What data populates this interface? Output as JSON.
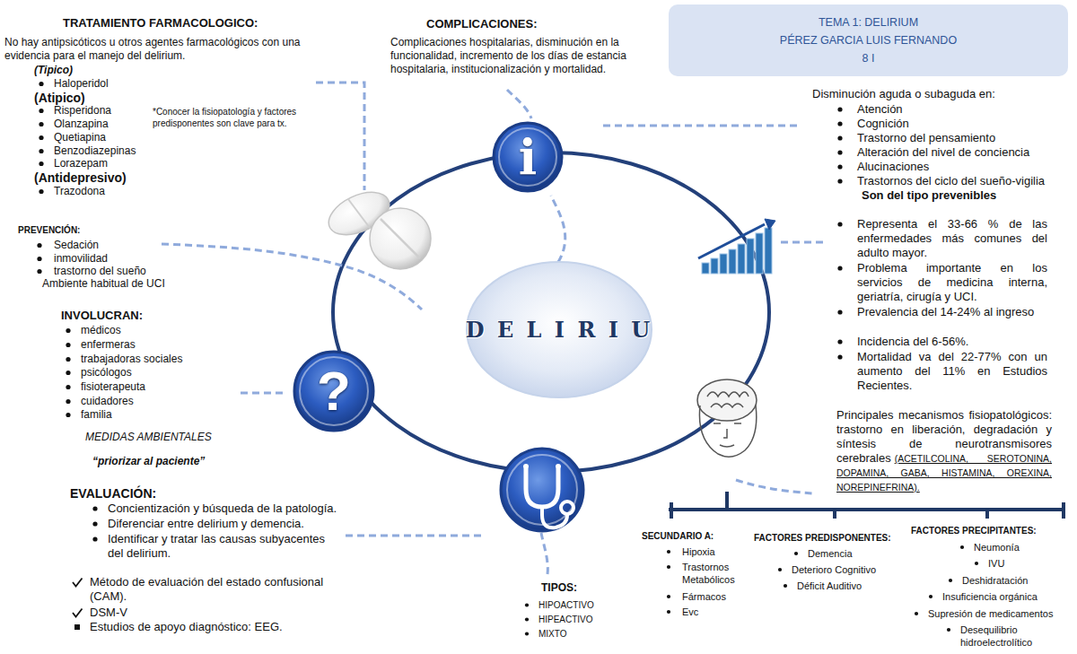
{
  "diagram": {
    "nodes": [
      {
        "text": [
          "TEMA 1: DELIRIUM",
          "PÉREZ GARCIA LUIS FERNANDO",
          "8 I"
        ]
      },
      {
        "text": [
          "i"
        ]
      },
      {
        "text": [
          "D E L I R I U"
        ]
      },
      {
        "text": [
          "?"
        ]
      }
    ],
    "labels": [
      "TRATAMIENTO FARMACOLOGICO:",
      "No hay antipsicóticos u otros agentes farmacológicos con una evidencia para el manejo del delirium.",
      "(Tipico)",
      "Haloperidol",
      "(Atipico)",
      "Risperidona",
      "Olanzapina",
      "Quetiapina",
      "Benzodiazepinas",
      "Lorazepam",
      "(Antidepresivo)",
      "Trazodona",
      "*Conocer la fisiopatología y factores predisponentes son clave para tx.",
      "PREVENCIÓN:",
      "Sedación",
      "inmovilidad",
      "trastorno del sueño",
      "Ambiente habitual de UCI",
      "INVOLUCRAN:",
      "médicos",
      "enfermeras",
      "trabajadoras sociales",
      "psicólogos",
      "fisioterapeuta",
      "cuidadores",
      "familia",
      "MEDIDAS AMBIENTALES",
      "“priorizar al paciente”",
      "EVALUACIÓN:",
      "Concientización y búsqueda de la patología.",
      "Diferenciar entre delirium y demencia.",
      "Identificar y tratar las causas subyacentes del delirium.",
      "Método de evaluación del estado confusional (CAM).",
      "DSM-V",
      "Estudios de apoyo diagnóstico: EEG.",
      "COMPLICACIONES:",
      "Complicaciones hospitalarias, disminución en la funcionalidad, incremento de los días de estancia hospitalaria, institucionalización y mortalidad.",
      "Disminución aguda o subaguda en:",
      "Atención",
      "Cognición",
      "Trastorno del pensamiento",
      "Alteración del nivel de conciencia",
      "Alucinaciones",
      "Trastornos del ciclo del sueño-vigilia",
      "Son del tipo prevenibles",
      "Representa el 33-66 % de las enfermedades más comunes del adulto mayor.",
      "Problema importante en los servicios de medicina interna, geriatría, cirugía y UCI.",
      "Prevalencia del 14-24% al ingreso",
      "Incidencia del 6-56%.",
      "Mortalidad va del 22-77% con un aumento del 11% en Estudios Recientes.",
      "Principales mecanismos fisiopatológicos: trastorno en liberación, degradación y síntesis de neurotransmisores cerebrales",
      "(ACETILCOLINA, SEROTONINA, DOPAMINA, GABA, HISTAMINA, OREXINA, NOREPINEFRINA).",
      "SECUNDARIO A:",
      "Hipoxia",
      "Trastornos Metabólicos",
      "Fármacos",
      "Evc",
      "FACTORES PREDISPONENTES:",
      "Demencia",
      "Deterioro Cognitivo",
      "Déficit Auditivo",
      "FACTORES PRECIPITANTES:",
      "Neumonía",
      "IVU",
      "Deshidratación",
      "Insuficiencia orgánica",
      "Supresión de medicamentos",
      "Desequilibrio hidroelectrolítico",
      "TIPOS:",
      "HIPOACTIVO",
      "HIPEACTIVO",
      "MIXTO"
    ]
  }
}
